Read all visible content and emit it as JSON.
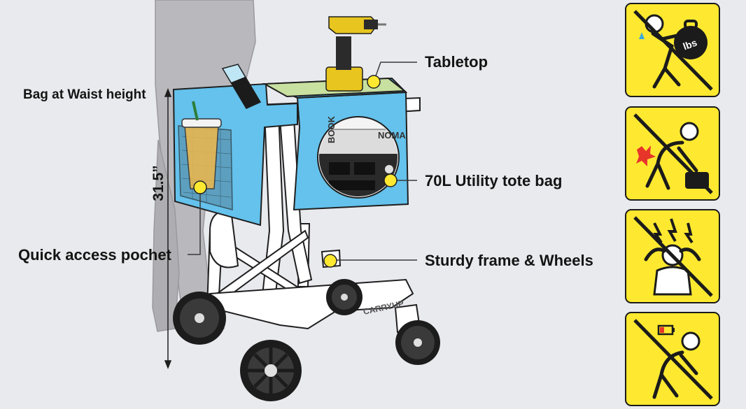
{
  "callouts": {
    "bag_height": "Bag at Waist height",
    "tabletop": "Tabletop",
    "tote": "70L Utility tote bag",
    "pocket": "Quick access pochet",
    "frame": "Sturdy frame & Wheels"
  },
  "dimension": {
    "height": "31.5”"
  },
  "brand": {
    "frame_text": "CARRYUP"
  },
  "box_text": {
    "left": "BOOK",
    "right": "NOMA"
  },
  "warnings": [
    {
      "icon": "heavy-lifting-prohibited-icon",
      "weight_label": "lbs"
    },
    {
      "icon": "back-injury-prohibited-icon"
    },
    {
      "icon": "stress-prohibited-icon"
    },
    {
      "icon": "fatigue-prohibited-icon"
    }
  ],
  "colors": {
    "bag_blue": "#64c2ec",
    "warning_yellow": "#ffe930",
    "marker_yellow": "#ffe930",
    "tabletop_green": "#c8e0a0"
  }
}
